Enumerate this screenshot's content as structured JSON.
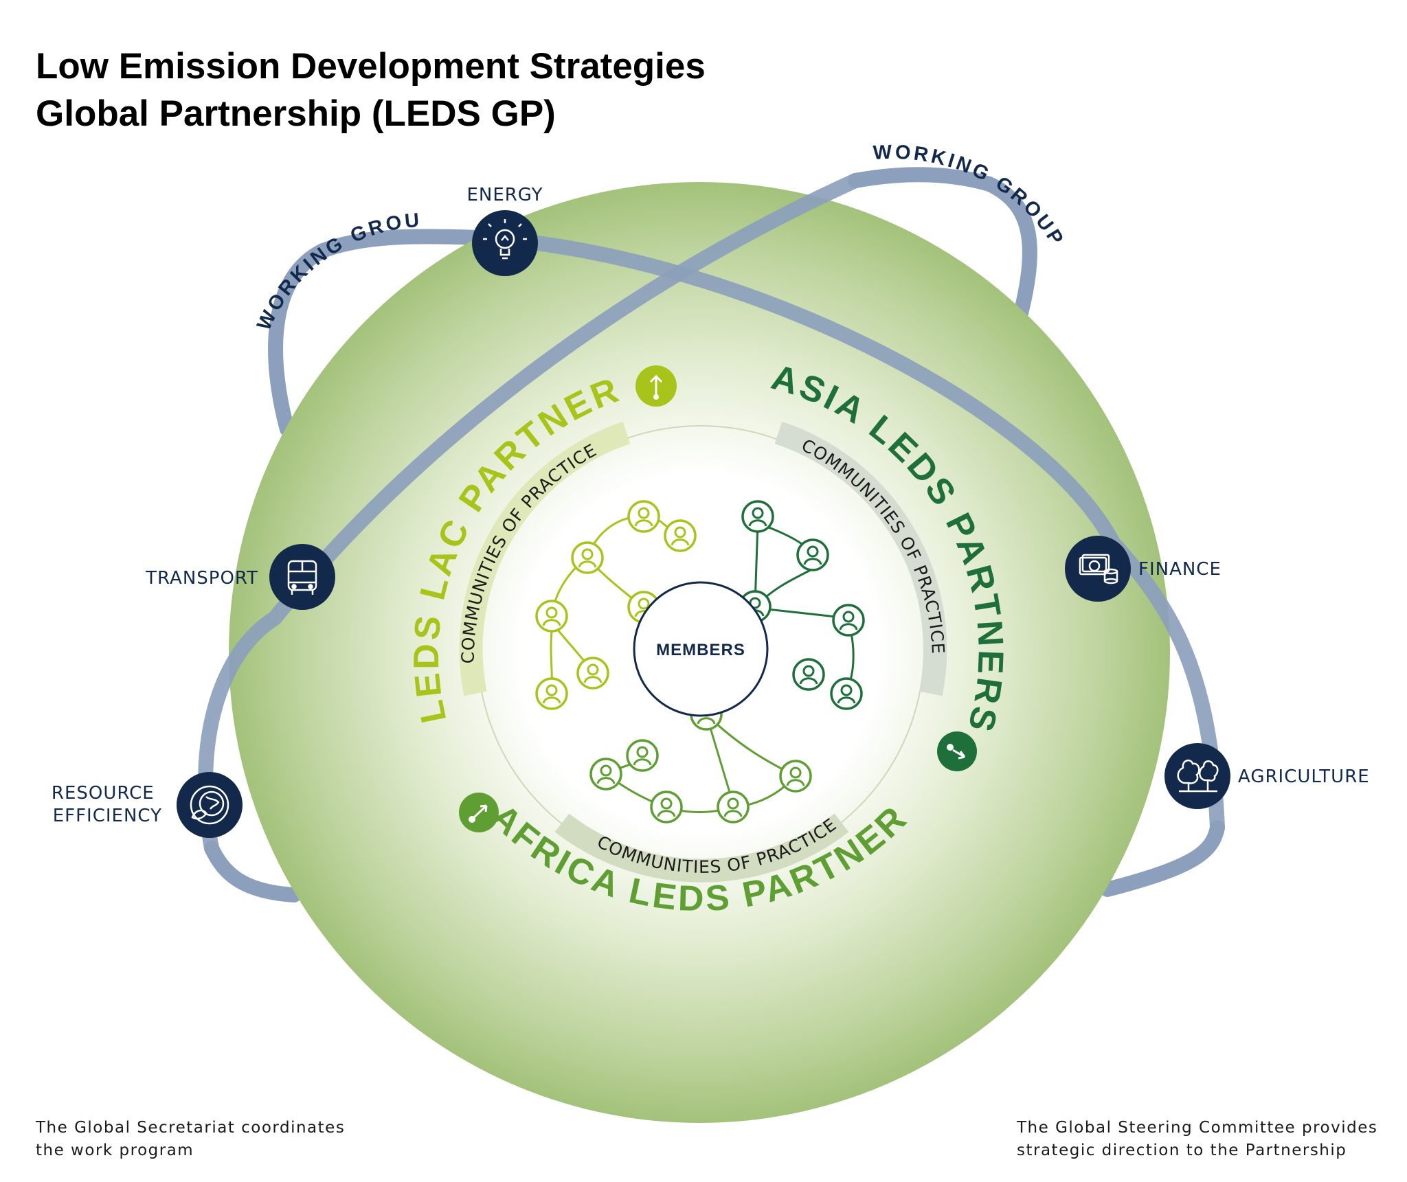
{
  "title": {
    "line1": "Low Emission Development Strategies",
    "line2": "Global Partnership (LEDS GP)"
  },
  "working_groups": {
    "label_left": "WORKING GROUPS",
    "label_right": "WORKING GROUPS",
    "nodes": [
      {
        "id": "energy",
        "label": "ENERGY",
        "icon": "lightbulb-icon"
      },
      {
        "id": "transport",
        "label": "TRANSPORT",
        "icon": "bus-icon"
      },
      {
        "id": "resource",
        "label_line1": "RESOURCE",
        "label_line2": "EFFICIENCY",
        "icon": "globe-leaf-icon"
      },
      {
        "id": "finance",
        "label": "FINANCE",
        "icon": "money-icon"
      },
      {
        "id": "agriculture",
        "label": "AGRICULTURE",
        "icon": "trees-icon"
      }
    ]
  },
  "partnerships": {
    "lac": {
      "label": "LEDS LAC PARTNERSHIP",
      "cop": "COMMUNITIES OF PRACTICE",
      "color": "#a8c41b"
    },
    "asia": {
      "label": "ASIA LEDS PARTNERSHIP",
      "cop": "COMMUNITIES OF PRACTICE",
      "color": "#1e6f3a"
    },
    "africa": {
      "label": "AFRICA LEDS PARTNERSHIP",
      "cop": "COMMUNITIES OF PRACTICE",
      "color": "#5f9e32"
    }
  },
  "center": {
    "label": "MEMBERS"
  },
  "colors": {
    "navy": "#13294b",
    "orbit": "#8c9fbc",
    "sphere_edge": "#a3c27a"
  },
  "footnotes": {
    "left_line1": "The Global Secretariat coordinates",
    "left_line2": "the work program",
    "right_line1": "The Global Steering Committee provides",
    "right_line2": "strategic direction to the Partnership"
  }
}
